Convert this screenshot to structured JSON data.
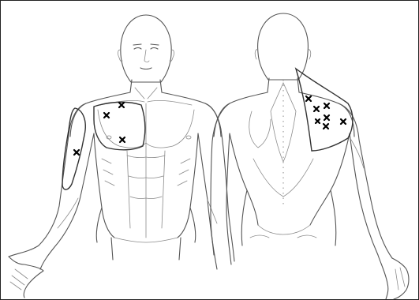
{
  "figure": {
    "views": [
      {
        "name": "front-view"
      },
      {
        "name": "back-view"
      }
    ],
    "colors": {
      "outline": "#555555",
      "region_outline": "#333333",
      "marker": "#000000",
      "background": "#ffffff"
    },
    "marker_symbol": "x",
    "regions": [
      {
        "name": "front-shoulder-chest-region",
        "marker_count": 3
      },
      {
        "name": "front-upper-arm-region",
        "marker_count": 1
      },
      {
        "name": "back-shoulder-blade-region",
        "marker_count": 7
      }
    ]
  }
}
